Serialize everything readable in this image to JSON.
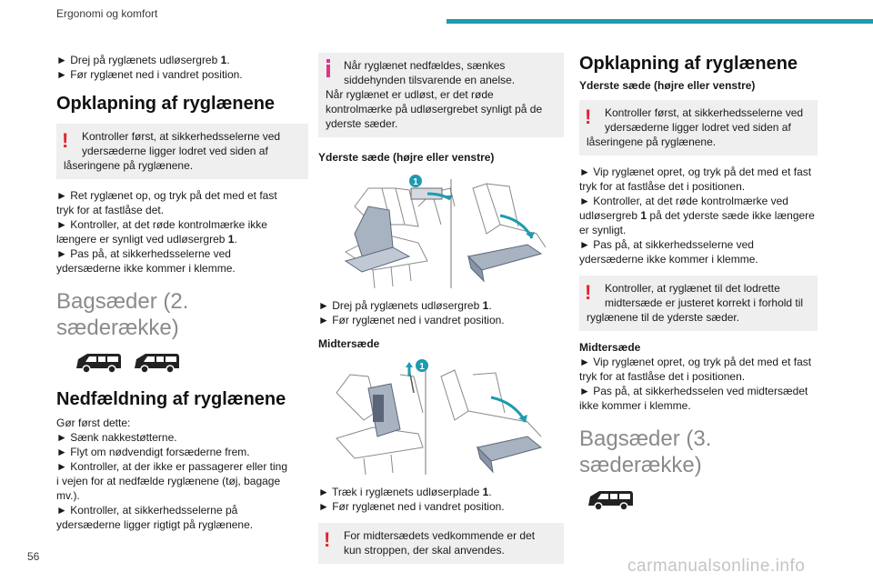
{
  "header": {
    "section_title": "Ergonomi og komfort"
  },
  "page_number": "56",
  "watermark": "carmanualsonline.info",
  "col1": {
    "intro_l1_a": "► Drej på ryglænets udløsergreb ",
    "intro_l1_b": "1",
    "intro_l1_c": ".",
    "intro_l2": "► Før ryglænet ned i vandret position.",
    "h_opklapning": "Opklapning af ryglænene",
    "warn1_l1": "Kontroller først, at sikkerhedsselerne ved",
    "warn1_l2": "ydersæderne ligger lodret ved siden af",
    "warn1_l3": "låseringene på ryglænene.",
    "steps_l1": "► Ret ryglænet op, og tryk på det med et fast",
    "steps_l2": "tryk for at fastlåse det.",
    "steps_l3": "► Kontroller, at det røde kontrolmærke ikke",
    "steps_l4_a": "længere er synligt ved udløsergreb ",
    "steps_l4_b": "1",
    "steps_l4_c": ".",
    "steps_l5": "► Pas på, at sikkerhedsselerne ved",
    "steps_l6": "ydersæderne ikke kommer i klemme.",
    "h_bagsaeder_l1": "Bagsæder (2.",
    "h_bagsaeder_l2": "sæderække)",
    "h_nedfaeldning": "Nedfældning af ryglænene",
    "first_l1": "Gør først dette:",
    "first_l2": "► Sænk nakkestøtterne.",
    "first_l3": "► Flyt om nødvendigt forsæderne frem.",
    "first_l4": "► Kontroller, at der ikke er passagerer eller ting",
    "first_l5": "i vejen for at nedfælde ryglænene (tøj, bagage",
    "first_l6": "mv.).",
    "first_l7": "► Kontroller, at sikkerhedsselerne på",
    "first_l8": "ydersæderne ligger rigtigt på ryglænene."
  },
  "col2": {
    "info_l1": "Når ryglænet nedfældes, sænkes",
    "info_l2": "siddehynden tilsvarende en anelse.",
    "info_l3": "Når ryglænet er udløst, er det røde",
    "info_l4": "kontrolmærke på udløsergrebet synligt på de",
    "info_l5": "yderste sæder.",
    "h_yderste": "Yderste sæde (højre eller venstre)",
    "fig1_callout": "1",
    "after1_l1_a": "► Drej på ryglænets udløsergreb ",
    "after1_l1_b": "1",
    "after1_l1_c": ".",
    "after1_l2": "► Før ryglænet ned i vandret position.",
    "h_midter": "Midtersæde",
    "fig2_callout": "1",
    "after2_l1_a": "► Træk i ryglænets udløserplade ",
    "after2_l1_b": "1",
    "after2_l1_c": ".",
    "after2_l2": "► Før ryglænet ned i vandret position.",
    "warn_l1": "For midtersædets vedkommende er det",
    "warn_l2": "kun stroppen, der skal anvendes."
  },
  "col3": {
    "h_opklapning": "Opklapning af ryglænene",
    "sub_yderste": "Yderste sæde (højre eller venstre)",
    "warn1_l1": "Kontroller først, at sikkerhedsselerne ved",
    "warn1_l2": "ydersæderne ligger lodret ved siden af",
    "warn1_l3": "låseringene på ryglænene.",
    "steps_l1": "► Vip ryglænet opret, og tryk på det med et fast",
    "steps_l2": "tryk for at fastlåse det i positionen.",
    "steps_l3": "► Kontroller, at det røde kontrolmærke ved",
    "steps_l4_a": "udløsergreb ",
    "steps_l4_b": "1",
    "steps_l4_c": " på det yderste sæde ikke længere",
    "steps_l5": "er synligt.",
    "steps_l6": "► Pas på, at sikkerhedsselerne ved",
    "steps_l7": "ydersæderne ikke kommer i klemme.",
    "warn2_l1": "Kontroller, at ryglænet til det lodrette",
    "warn2_l2": "midtersæde er justeret korrekt i forhold til",
    "warn2_l3": "ryglænene til de yderste sæder.",
    "sub_midter": "Midtersæde",
    "mid_l1": "► Vip ryglænet opret, og tryk på det med et fast",
    "mid_l2": "tryk for at fastlåse det i positionen.",
    "mid_l3": "► Pas på, at sikkerhedsselen ved midtersædet",
    "mid_l4": "ikke kommer i klemme.",
    "h_bagsaeder_l1": "Bagsæder (3.",
    "h_bagsaeder_l2": "sæderække)"
  },
  "colors": {
    "accent": "#1e9bae",
    "warning": "#e4222f",
    "info": "#e0338c",
    "box_bg": "#efefef"
  }
}
